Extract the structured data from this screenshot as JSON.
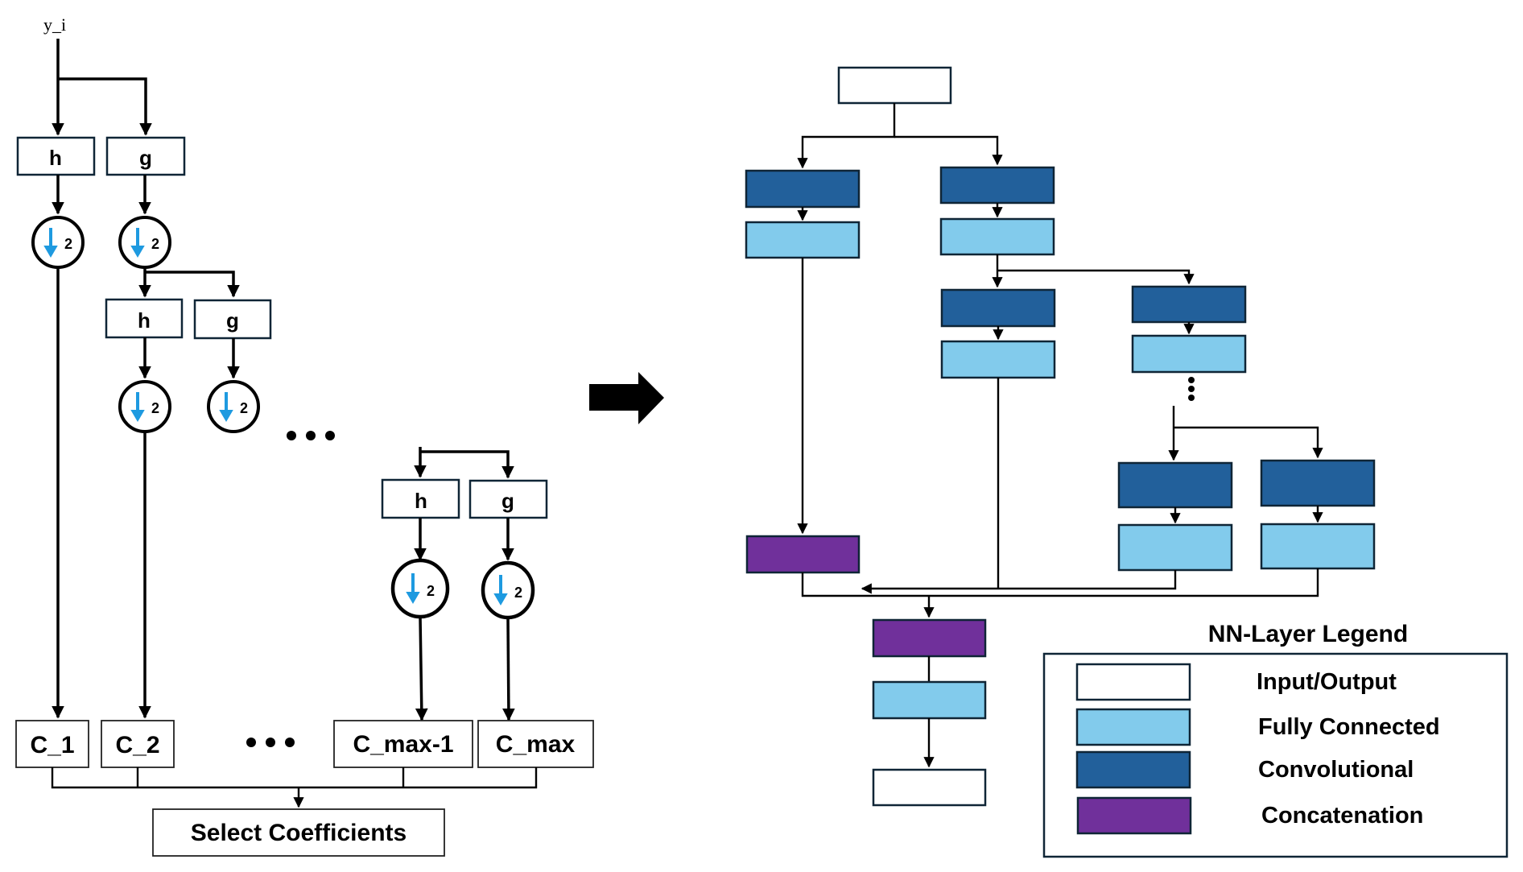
{
  "colors": {
    "input_output": "#ffffff",
    "fully_connected": "#82cbec",
    "convolutional": "#22609b",
    "concatenation": "#70309b",
    "downsample_arrow": "#1e9ae0",
    "stroke": "#0f2536"
  },
  "wavelet": {
    "input_label": "y_i",
    "filters": {
      "h": "h",
      "g": "g"
    },
    "downsample_factor": "2",
    "ellipsis": "•••",
    "coefficients": [
      "C_1",
      "C_2",
      "C_max-1",
      "C_max"
    ],
    "select_label": "Select Coefficients"
  },
  "transition_arrow": "right-arrow-icon",
  "network": {
    "layers": [
      {
        "id": "input",
        "type": "input_output"
      },
      {
        "id": "b1-conv",
        "type": "convolutional"
      },
      {
        "id": "b1-fc",
        "type": "fully_connected"
      },
      {
        "id": "b2-conv",
        "type": "convolutional"
      },
      {
        "id": "b2-fc",
        "type": "fully_connected"
      },
      {
        "id": "b3-conv",
        "type": "convolutional"
      },
      {
        "id": "b3-fc",
        "type": "fully_connected"
      },
      {
        "id": "b4-conv",
        "type": "convolutional"
      },
      {
        "id": "b4-fc",
        "type": "fully_connected"
      },
      {
        "id": "b5-conv",
        "type": "convolutional"
      },
      {
        "id": "b5-fc",
        "type": "fully_connected"
      },
      {
        "id": "b6-conv",
        "type": "convolutional"
      },
      {
        "id": "b6-fc",
        "type": "fully_connected"
      },
      {
        "id": "concat-1",
        "type": "concatenation"
      },
      {
        "id": "concat-2",
        "type": "concatenation"
      },
      {
        "id": "final-fc",
        "type": "fully_connected"
      },
      {
        "id": "output",
        "type": "input_output"
      }
    ],
    "vertical_ellipsis": "⋮"
  },
  "legend": {
    "title": "NN-Layer Legend",
    "items": [
      {
        "label": "Input/Output",
        "type": "input_output"
      },
      {
        "label": "Fully Connected",
        "type": "fully_connected"
      },
      {
        "label": "Convolutional",
        "type": "convolutional"
      },
      {
        "label": "Concatenation",
        "type": "concatenation"
      }
    ]
  }
}
